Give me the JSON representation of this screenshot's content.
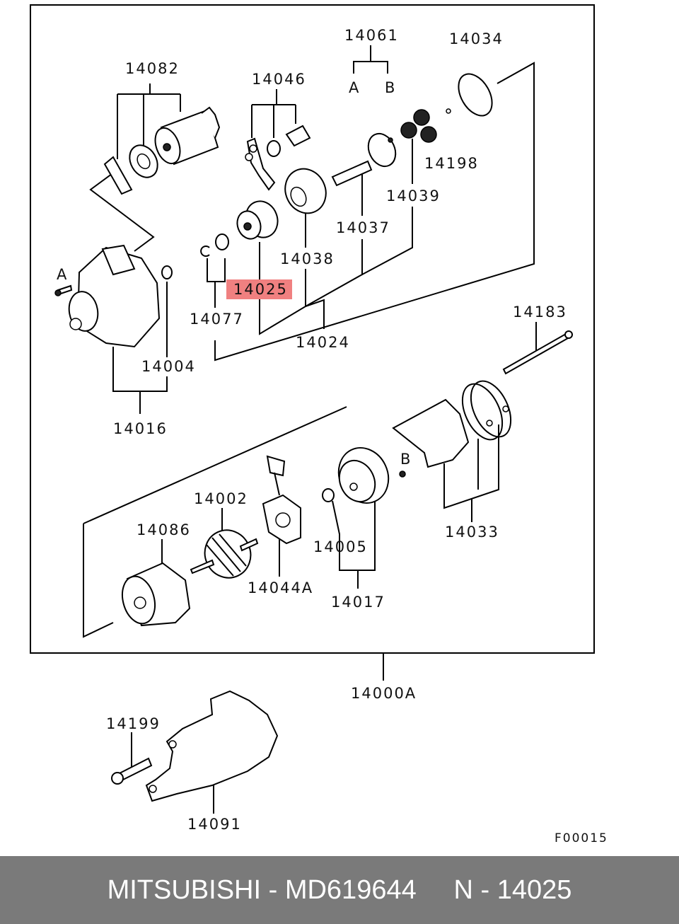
{
  "labels": {
    "p14061": "14061",
    "p14034": "14034",
    "p14082": "14082",
    "p14046": "14046",
    "p14198": "14198",
    "p14039": "14039",
    "p14037": "14037",
    "p14038": "14038",
    "p14025": "14025",
    "p14077": "14077",
    "p14024": "14024",
    "p14004": "14004",
    "p14016": "14016",
    "p14183": "14183",
    "p14002": "14002",
    "p14086": "14086",
    "p14005": "14005",
    "p14033": "14033",
    "p14044A": "14044A",
    "p14017": "14017",
    "p14000A": "14000A",
    "p14199": "14199",
    "p14091": "14091",
    "refA_top": "A",
    "refB_top": "B",
    "refA_left": "A",
    "refB_mid": "B",
    "figure_code": "F00015"
  },
  "highlight": {
    "part": "14025",
    "color": "#f08080"
  },
  "footer": {
    "brand": "MITSUBISHI",
    "part_number": "MD619644",
    "code": "N - 14025",
    "text": "MITSUBISHI - MD619644     N - 14025"
  },
  "colors": {
    "footer_bg": "#7a7a7a",
    "footer_text": "#ffffff",
    "highlight": "#f08080"
  }
}
